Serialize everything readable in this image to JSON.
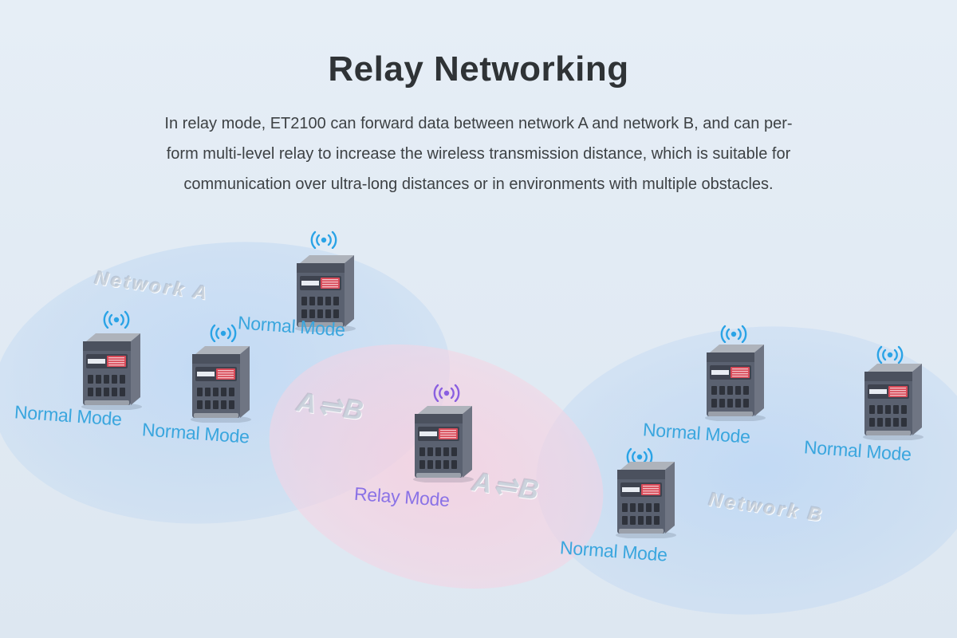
{
  "header": {
    "title": "Relay Networking",
    "description_lines": [
      "In relay mode, ET2100 can forward data between network A and network B, and can per-",
      "form multi-level relay to increase the wireless transmission distance, which is suitable for",
      "communication over ultra-long distances or in environments with multiple obstacles."
    ]
  },
  "networks": {
    "a_label": "Network A",
    "b_label": "Network B",
    "swap_label": "A⇌B"
  },
  "nodes": [
    {
      "id": "a-top",
      "mode": "Normal Mode",
      "network": "A",
      "signal_icon": "wifi-signal-icon"
    },
    {
      "id": "a-left",
      "mode": "Normal Mode",
      "network": "A",
      "signal_icon": "wifi-signal-icon"
    },
    {
      "id": "a-mid",
      "mode": "Normal Mode",
      "network": "A",
      "signal_icon": "wifi-signal-icon"
    },
    {
      "id": "relay",
      "mode": "Relay Mode",
      "network": "A/B",
      "signal_icon": "wifi-signal-icon"
    },
    {
      "id": "b-left",
      "mode": "Normal Mode",
      "network": "B",
      "signal_icon": "wifi-signal-icon"
    },
    {
      "id": "b-right",
      "mode": "Normal Mode",
      "network": "B",
      "signal_icon": "wifi-signal-icon"
    },
    {
      "id": "b-bottom",
      "mode": "Normal Mode",
      "network": "B",
      "signal_icon": "wifi-signal-icon"
    }
  ],
  "colors": {
    "normal_label": "#3aa6de",
    "relay_label": "#8a72e6",
    "normal_signal": "#2aa3e6",
    "relay_signal": "#8a5fe0",
    "network_zone": "#b9d4f2",
    "relay_zone": "#f6d2e2",
    "device_body": "#5a6170",
    "device_accent": "#d84a58"
  }
}
